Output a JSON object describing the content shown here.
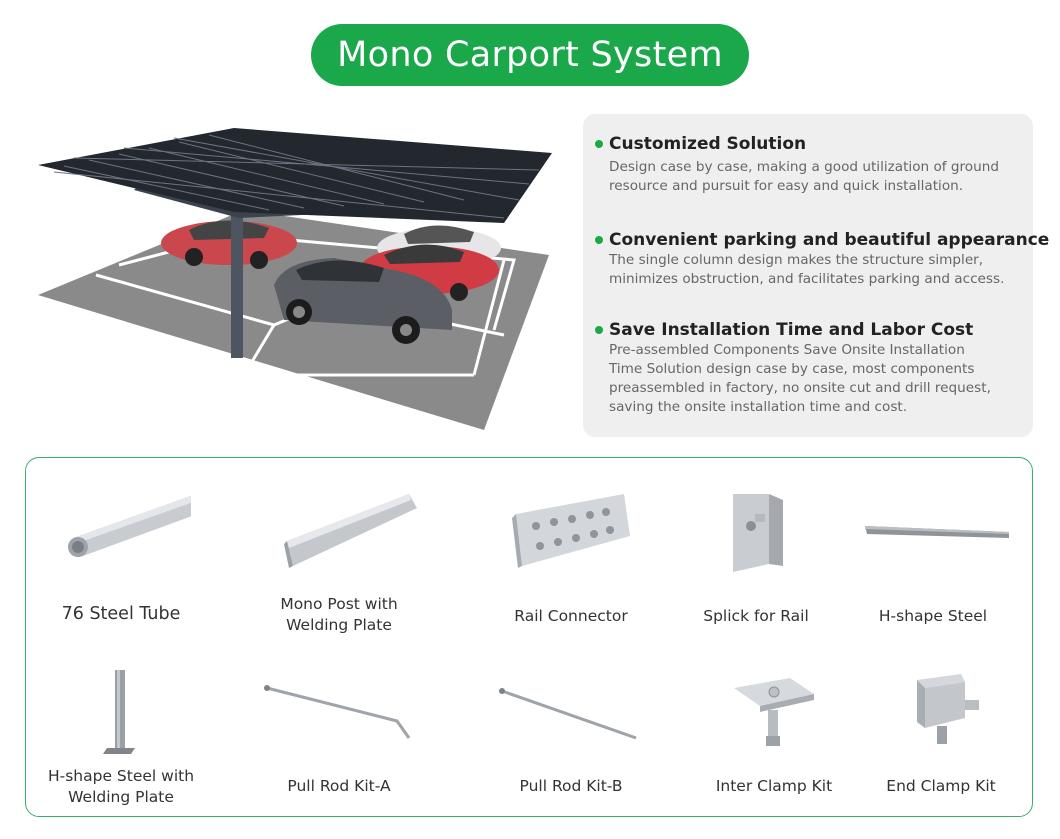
{
  "title": "Mono Carport System",
  "features": [
    {
      "title": "Customized Solution",
      "lines": [
        "Design case by case, making a good utilization of ground",
        "resource and pursuit for easy and quick installation."
      ]
    },
    {
      "title": "Convenient parking and beautiful appearance",
      "lines": [
        "The single column design makes the structure simpler,",
        "minimizes obstruction, and facilitates parking and access."
      ]
    },
    {
      "title": "Save Installation Time and Labor Cost",
      "lines": [
        "Pre-assembled Components Save Onsite Installation",
        "Time Solution design case by case, most components",
        "preassembled in factory, no onsite cut and drill request,",
        "saving the onsite installation time and cost."
      ]
    }
  ],
  "components": [
    {
      "label_lines": [
        "76 Steel Tube"
      ],
      "icon": "steel-tube"
    },
    {
      "label_lines": [
        "Mono Post with",
        "Welding Plate"
      ],
      "icon": "mono-post"
    },
    {
      "label_lines": [
        "Rail Connector"
      ],
      "icon": "rail-connector"
    },
    {
      "label_lines": [
        "Splick for Rail"
      ],
      "icon": "splice"
    },
    {
      "label_lines": [
        "H-shape Steel"
      ],
      "icon": "h-steel"
    },
    {
      "label_lines": [
        "H-shape Steel with",
        "Welding Plate"
      ],
      "icon": "h-steel-plate"
    },
    {
      "label_lines": [
        "Pull Rod Kit-A"
      ],
      "icon": "pull-rod-a"
    },
    {
      "label_lines": [
        "Pull Rod Kit-B"
      ],
      "icon": "pull-rod-b"
    },
    {
      "label_lines": [
        "Inter Clamp Kit"
      ],
      "icon": "inter-clamp"
    },
    {
      "label_lines": [
        "End Clamp Kit"
      ],
      "icon": "end-clamp"
    }
  ],
  "colors": {
    "accent": "#1aa84a",
    "border": "#3dab70",
    "panel_bg": "#efefef"
  }
}
